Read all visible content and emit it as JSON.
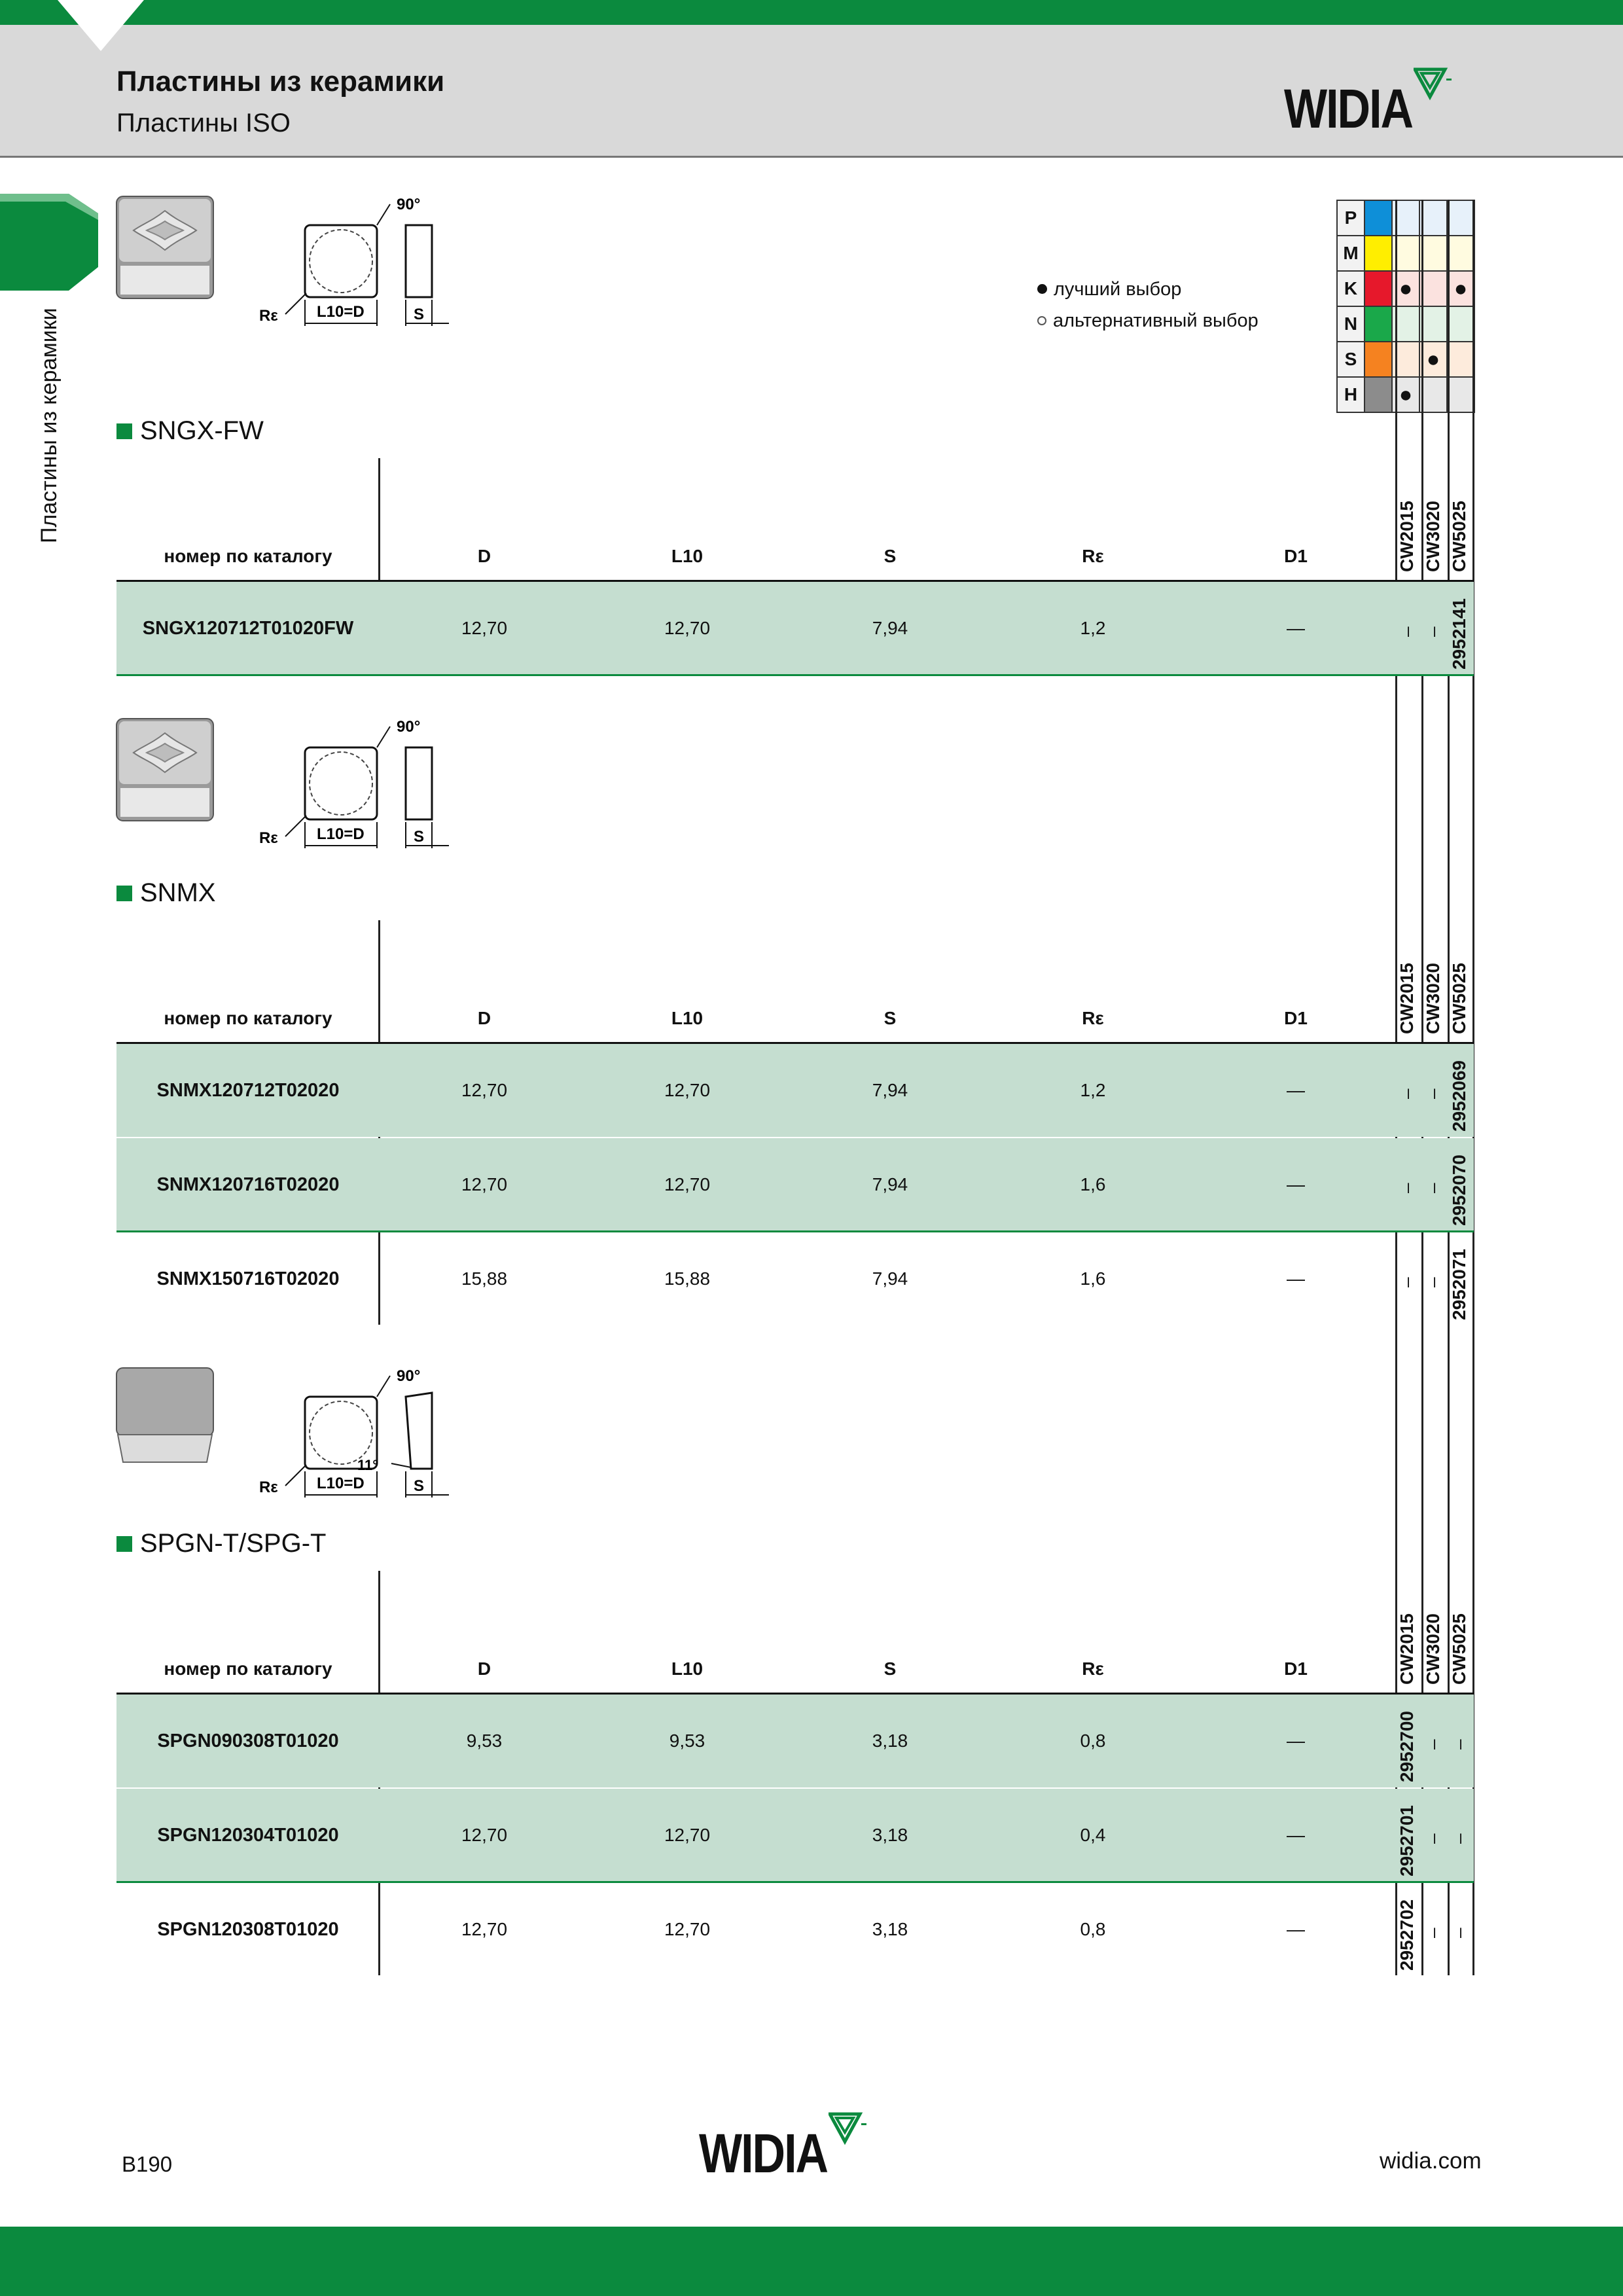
{
  "header": {
    "title": "Пластины из керамики",
    "subtitle": "Пластины ISO",
    "logo": "WIDIA"
  },
  "side_label": "Пластины из керамики",
  "legend": {
    "best": "лучший выбор",
    "alt": "альтернативный выбор"
  },
  "materials": [
    {
      "letter": "P",
      "color": "#0e8fd8",
      "marks": [
        "",
        "",
        ""
      ]
    },
    {
      "letter": "M",
      "color": "#ffee00",
      "marks": [
        "",
        "",
        ""
      ]
    },
    {
      "letter": "K",
      "color": "#e6182b",
      "marks": [
        "●",
        "",
        "●"
      ]
    },
    {
      "letter": "N",
      "color": "#1aa84a",
      "marks": [
        "",
        "",
        ""
      ]
    },
    {
      "letter": "S",
      "color": "#f58220",
      "marks": [
        "",
        "●",
        ""
      ]
    },
    {
      "letter": "H",
      "color": "#8c8c8c",
      "marks": [
        "●",
        "",
        ""
      ]
    }
  ],
  "material_tints": [
    "#e7f1fa",
    "#fffbe0",
    "#fbe2df",
    "#e3f2e6",
    "#fdebdc",
    "#e8e8e8"
  ],
  "grades": [
    "CW2015",
    "CW3020",
    "CW5025"
  ],
  "columns": {
    "cat": "номер по каталогу",
    "d": "D",
    "l10": "L10",
    "s": "S",
    "re": "Rε",
    "d1": "D1"
  },
  "drawing": {
    "angle": "90°",
    "re": "Rε",
    "l10": "L10=D",
    "s": "S",
    "clearance": "11°"
  },
  "sections": [
    {
      "name": "SNGX-FW",
      "rows": [
        {
          "cat": "SNGX120712T01020FW",
          "d": "12,70",
          "l10": "12,70",
          "s": "7,94",
          "re": "1,2",
          "d1": "—",
          "g": [
            "–",
            "–",
            "2952141"
          ]
        }
      ]
    },
    {
      "name": "SNMX",
      "rows": [
        {
          "cat": "SNMX120712T02020",
          "d": "12,70",
          "l10": "12,70",
          "s": "7,94",
          "re": "1,2",
          "d1": "—",
          "g": [
            "–",
            "–",
            "2952069"
          ]
        },
        {
          "cat": "SNMX120716T02020",
          "d": "12,70",
          "l10": "12,70",
          "s": "7,94",
          "re": "1,6",
          "d1": "—",
          "g": [
            "–",
            "–",
            "2952070"
          ]
        },
        {
          "cat": "SNMX150716T02020",
          "d": "15,88",
          "l10": "15,88",
          "s": "7,94",
          "re": "1,6",
          "d1": "—",
          "g": [
            "–",
            "–",
            "2952071"
          ]
        }
      ]
    },
    {
      "name": "SPGN-T/SPG-T",
      "rows": [
        {
          "cat": "SPGN090308T01020",
          "d": "9,53",
          "l10": "9,53",
          "s": "3,18",
          "re": "0,8",
          "d1": "—",
          "g": [
            "2952700",
            "–",
            "–"
          ]
        },
        {
          "cat": "SPGN120304T01020",
          "d": "12,70",
          "l10": "12,70",
          "s": "3,18",
          "re": "0,4",
          "d1": "—",
          "g": [
            "2952701",
            "–",
            "–"
          ]
        },
        {
          "cat": "SPGN120308T01020",
          "d": "12,70",
          "l10": "12,70",
          "s": "3,18",
          "re": "0,8",
          "d1": "—",
          "g": [
            "2952702",
            "–",
            "–"
          ]
        }
      ]
    }
  ],
  "footer": {
    "page": "B190",
    "site": "widia.com",
    "logo": "WIDIA"
  }
}
